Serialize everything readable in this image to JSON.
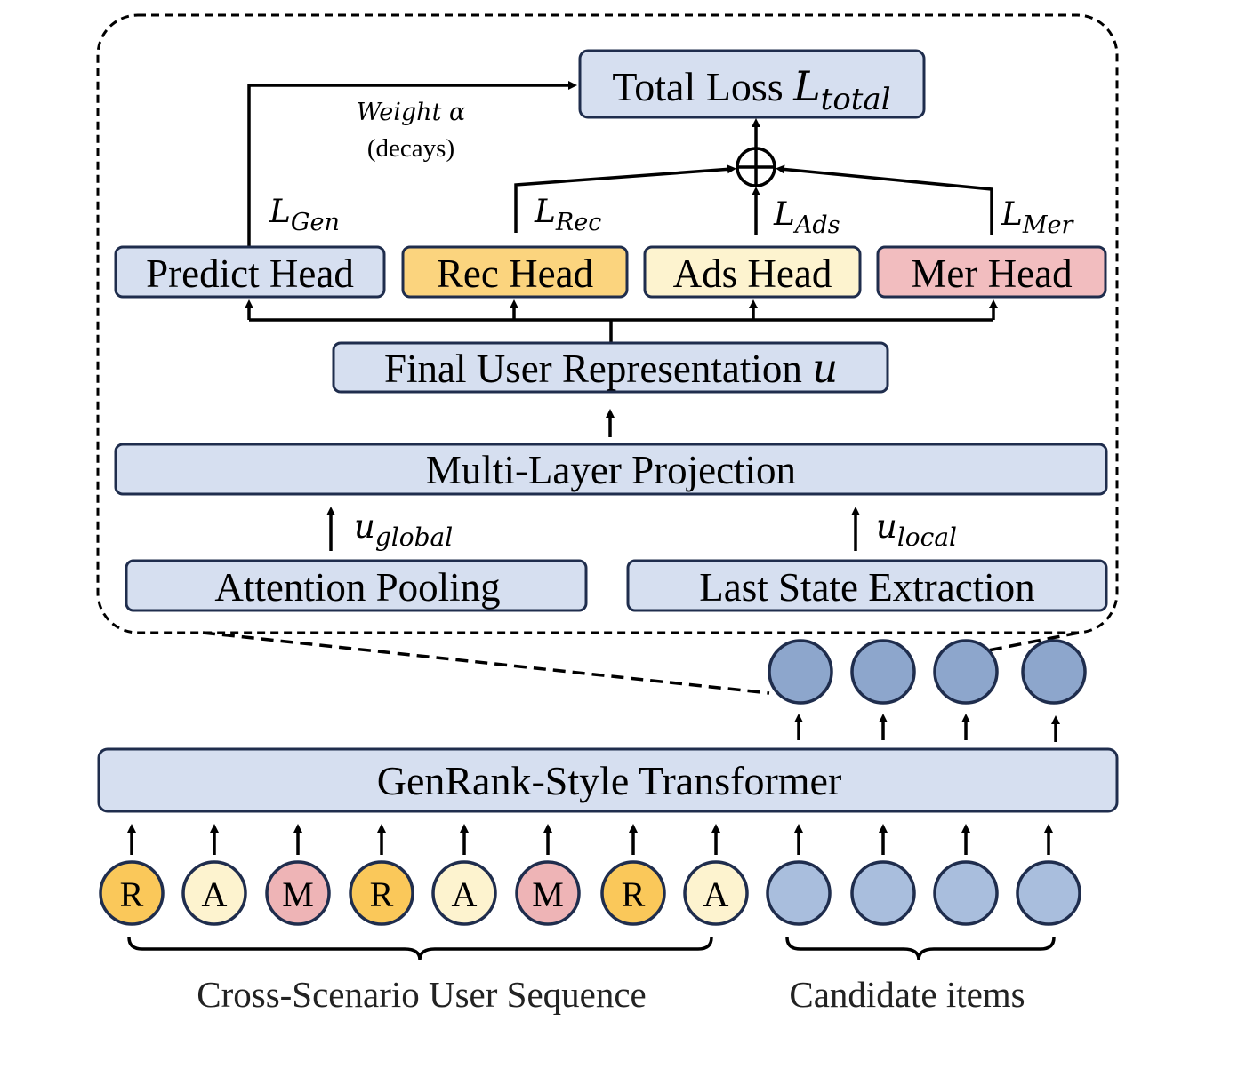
{
  "colors": {
    "box_blue": "#d6dff0",
    "box_stroke": "#1f2d4d",
    "rec": "#fbd47e",
    "ads": "#fdf3cf",
    "mer": "#f2bdbf",
    "cand_top": "#8da6cc",
    "cand_bottom": "#a9bedd",
    "tok_R": "#fac85a",
    "tok_A": "#fdf3cf",
    "tok_M": "#eeb4b6"
  },
  "boxes": {
    "total_loss": {
      "main": "Total Loss ",
      "var": "L",
      "sub": "total"
    },
    "predict_head": "Predict Head",
    "rec_head": "Rec Head",
    "ads_head": "Ads Head",
    "mer_head": "Mer Head",
    "final_user_rep": {
      "main": "Final User Representation ",
      "var": "u"
    },
    "multi_layer_projection": "Multi-Layer Projection",
    "attention_pooling": "Attention Pooling",
    "last_state_extraction": "Last State Extraction",
    "transformer": "GenRank-Style Transformer"
  },
  "labels": {
    "L_gen": {
      "var": "L",
      "sub": "Gen"
    },
    "L_rec": {
      "var": "L",
      "sub": "Rec"
    },
    "L_ads": {
      "var": "L",
      "sub": "Ads"
    },
    "L_mer": {
      "var": "L",
      "sub": "Mer"
    },
    "u_global": {
      "var": "u",
      "sub": "global"
    },
    "u_local": {
      "var": "u",
      "sub": "local"
    },
    "weight_alpha": "Weight α",
    "decays": "(decays)"
  },
  "tokens": [
    "R",
    "A",
    "M",
    "R",
    "A",
    "M",
    "R",
    "A"
  ],
  "captions": {
    "user_sequence": "Cross-Scenario User Sequence",
    "candidate_items": "Candidate items"
  }
}
